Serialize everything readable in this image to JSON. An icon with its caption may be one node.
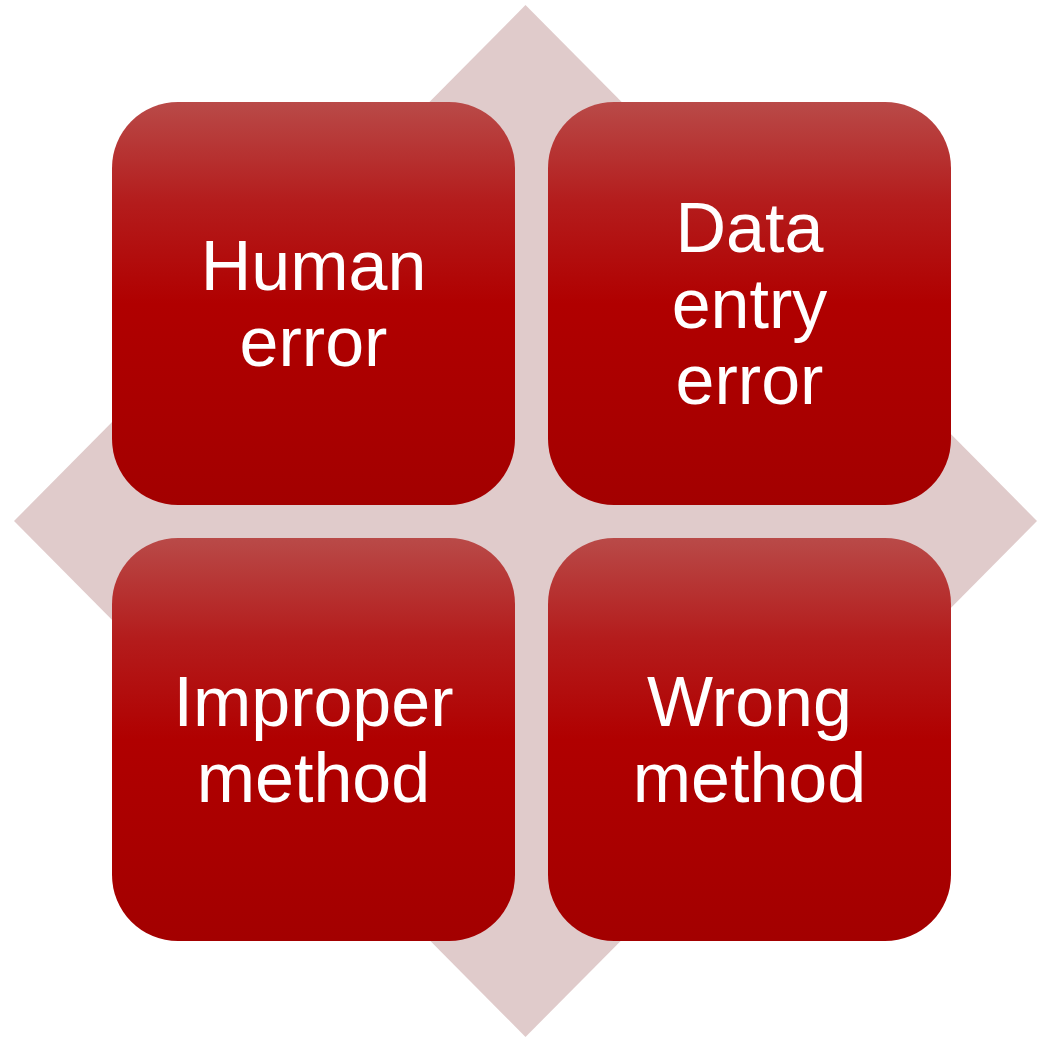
{
  "diagram": {
    "nodes": [
      {
        "text": [],
        "shape": "diamond"
      },
      {
        "text": [
          "Human error"
        ],
        "in": 0
      },
      {
        "text": [
          "Data entry error"
        ],
        "in": 0
      },
      {
        "text": [
          "Improper method"
        ],
        "in": 0
      },
      {
        "text": [
          "Wrong method"
        ],
        "in": 0
      }
    ],
    "edges": []
  }
}
